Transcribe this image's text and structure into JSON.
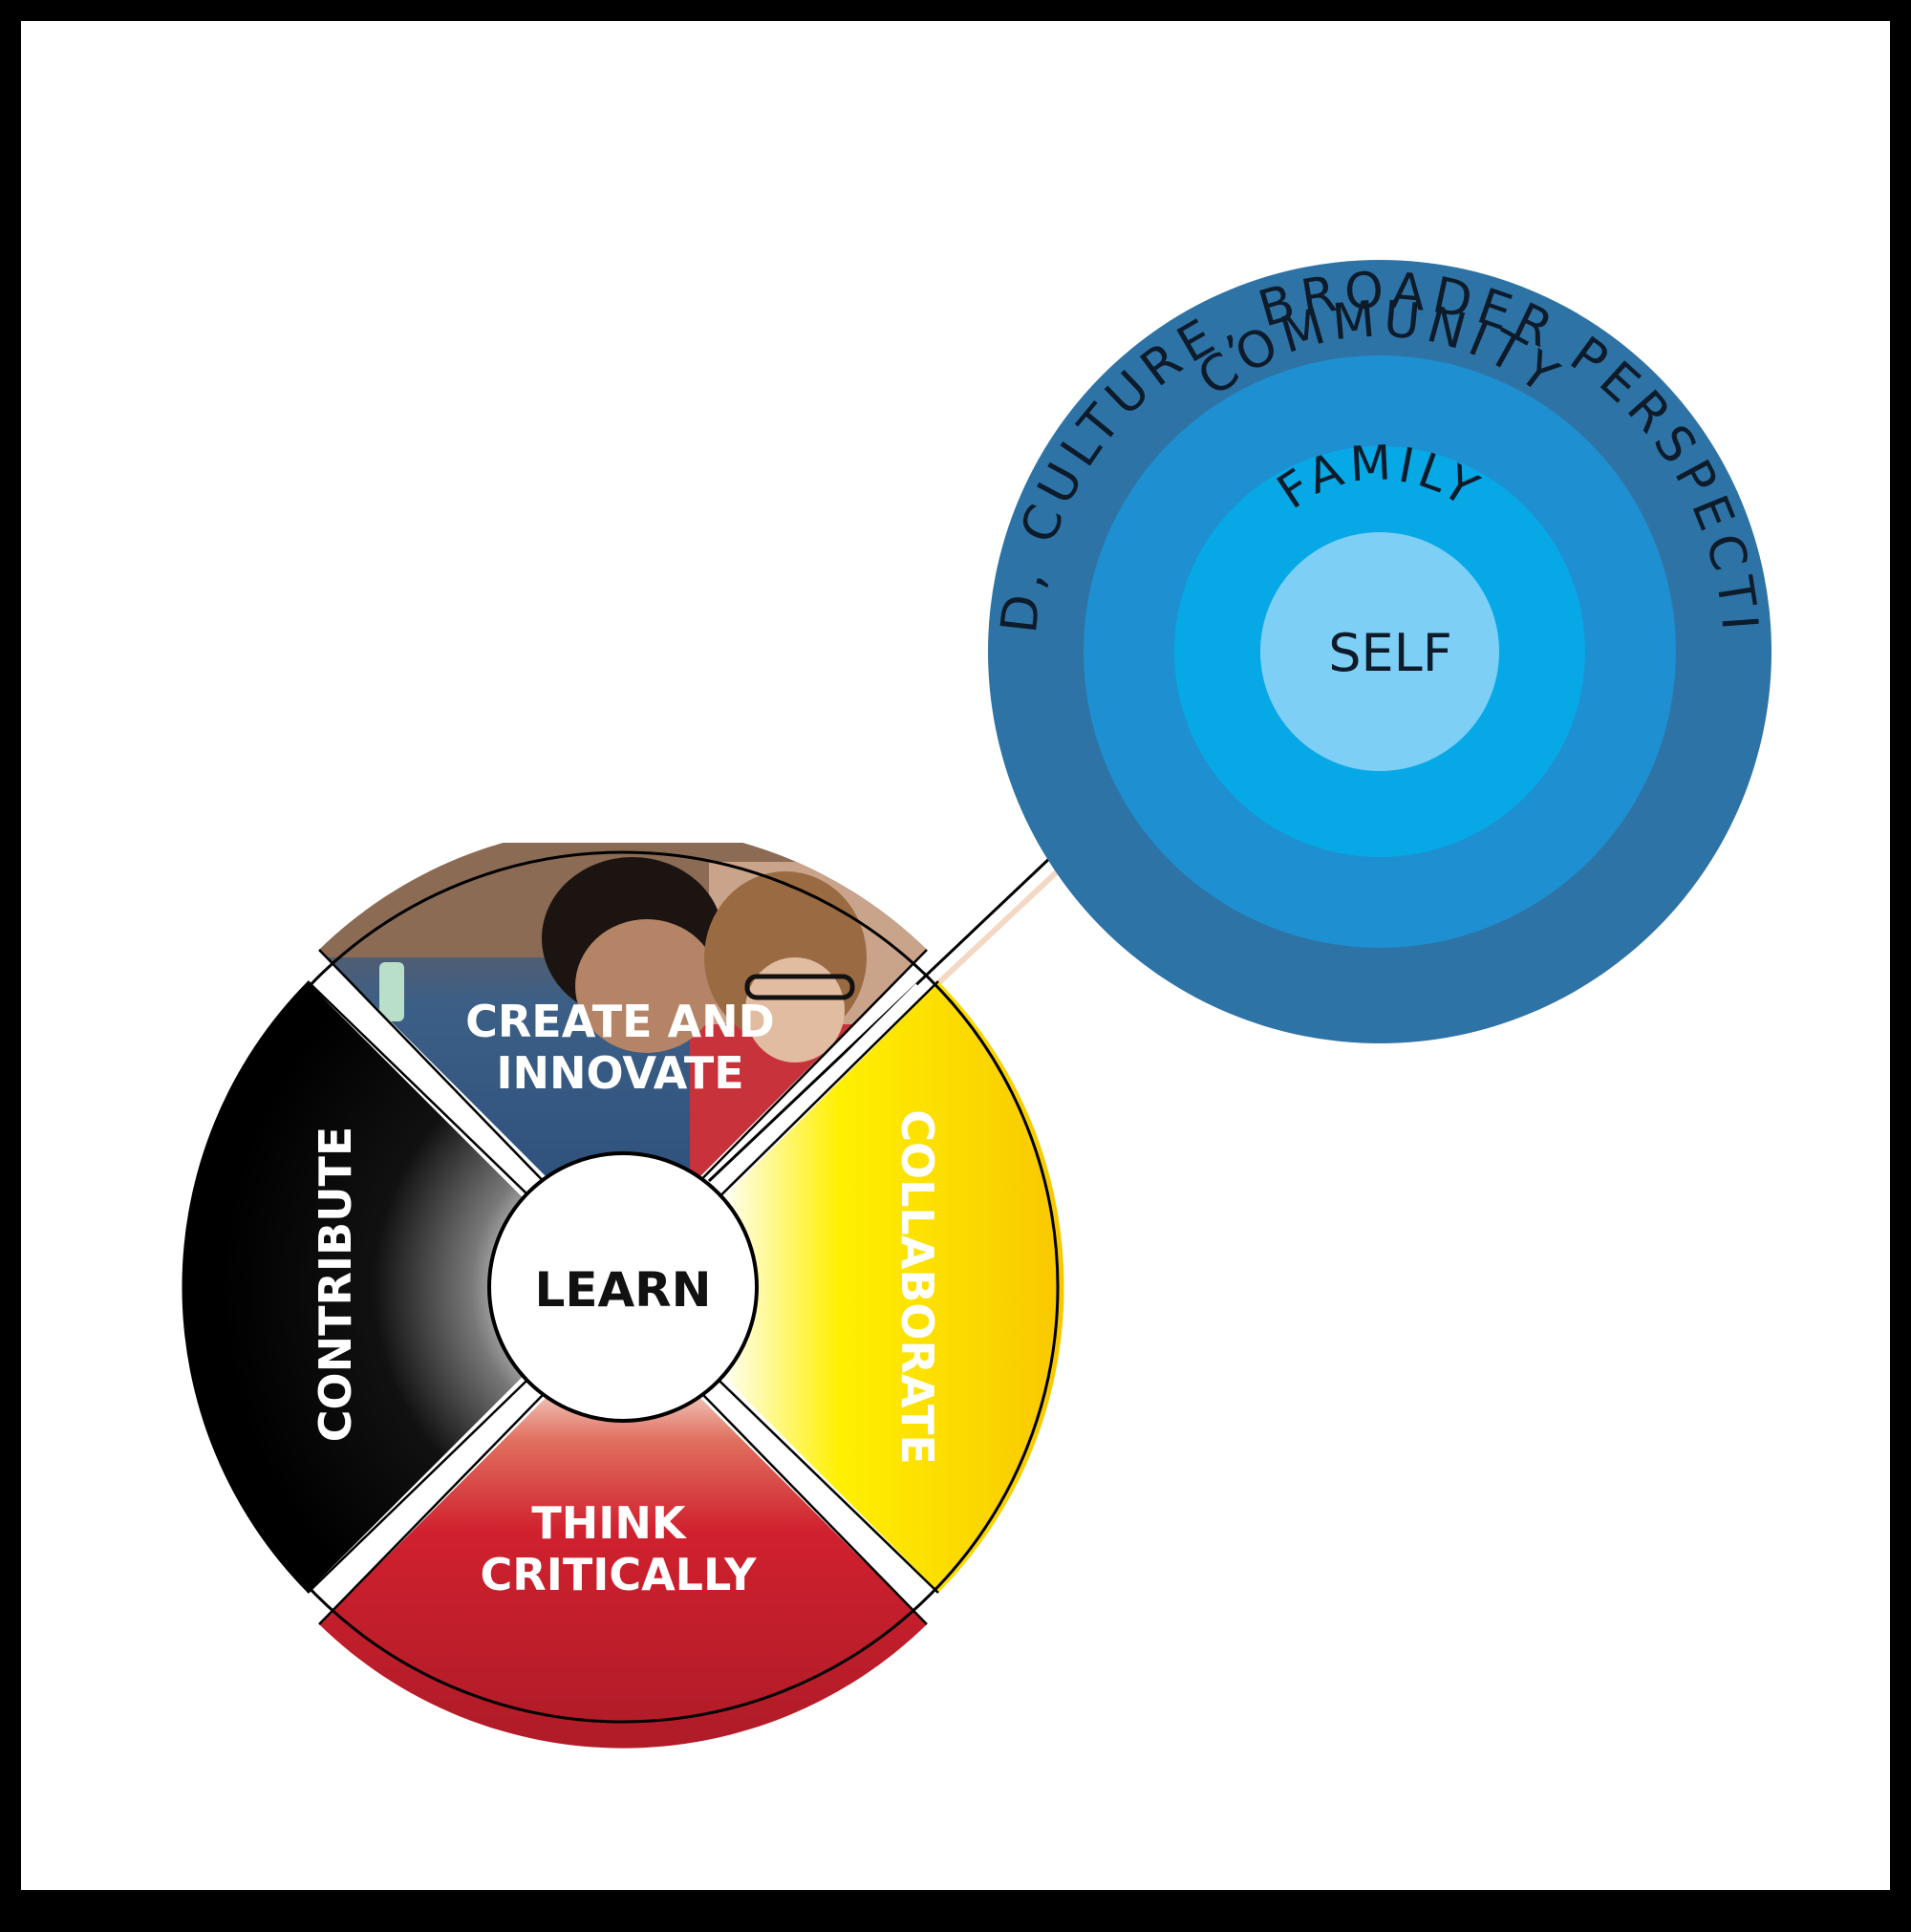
{
  "wheel": {
    "center_label": "LEARN",
    "segments": {
      "top": {
        "line1": "CREATE AND",
        "line2": "INNOVATE"
      },
      "right": {
        "label": "COLLABORATE"
      },
      "bottom": {
        "line1": "THINK",
        "line2": "CRITICALLY"
      },
      "left": {
        "label": "CONTRIBUTE"
      }
    }
  },
  "rings": {
    "outer": "LAND, CULTURE, BROADER PERSPECTIVES",
    "community": "COMMUNITY",
    "family": "FAMILY",
    "self": "SELF"
  },
  "colors": {
    "ring_outer": "#2e73a6",
    "ring_community": "#1e8fd0",
    "ring_family": "#06a9e6",
    "ring_self": "#7ecff5",
    "segment_right": "#fcd90a",
    "segment_bottom": "#c81e2b",
    "segment_left": "#000000"
  }
}
